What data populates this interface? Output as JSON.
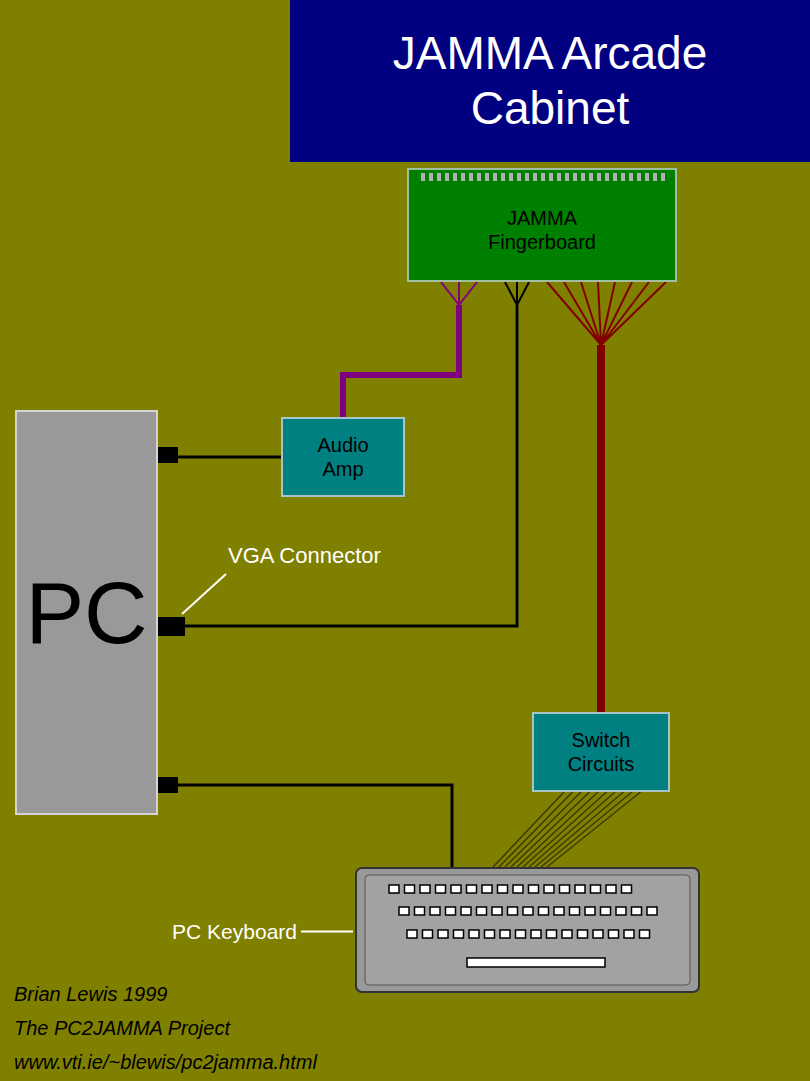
{
  "diagram": {
    "nodes": [
      {
        "text": [
          "JAMMA Arcade Cabinet"
        ]
      },
      {
        "text": [
          "JAMMA Fingerboard"
        ]
      },
      {
        "text": [
          "PC"
        ]
      },
      {
        "text": [
          "Audio Amp"
        ]
      },
      {
        "text": [
          "Switch Circuits"
        ]
      },
      {
        "text": [
          "PC Keyboard"
        ]
      }
    ],
    "edges": [
      {
        "from": 2,
        "to": 3,
        "arrow": "none"
      },
      {
        "from": 3,
        "to": 1,
        "arrow": "none"
      },
      {
        "from": 2,
        "to": 1,
        "arrow": "none"
      },
      {
        "from": 4,
        "to": 1,
        "arrow": "none"
      },
      {
        "from": 5,
        "to": 4,
        "arrow": "none"
      },
      {
        "from": 2,
        "to": 5,
        "arrow": "none"
      }
    ],
    "labels": [
      "VGA Connector",
      "Brian Lewis 1999",
      "The PC2JAMMA Project",
      "www.vti.ie/~blewis/pc2jamma.html"
    ]
  }
}
